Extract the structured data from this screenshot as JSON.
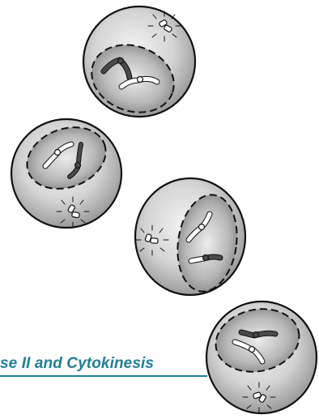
{
  "caption": "se II and Cytokinesis",
  "colors": {
    "caption_text": "#1f7f96",
    "caption_rule": "#1f7f96",
    "cell_outline": "#111111",
    "cell_fill": "#c9c9c9",
    "nucleus_fill": "#9e9e9e",
    "chromatid_dark": "#4a4a4a",
    "chromatid_light": "#ffffff"
  },
  "cells": [
    {
      "name": "cell-1",
      "chromosomes": [
        "dark",
        "light"
      ]
    },
    {
      "name": "cell-2",
      "chromosomes": [
        "light",
        "dark"
      ]
    },
    {
      "name": "cell-3",
      "chromosomes": [
        "light",
        "dark"
      ]
    },
    {
      "name": "cell-4",
      "chromosomes": [
        "dark",
        "light"
      ]
    }
  ]
}
